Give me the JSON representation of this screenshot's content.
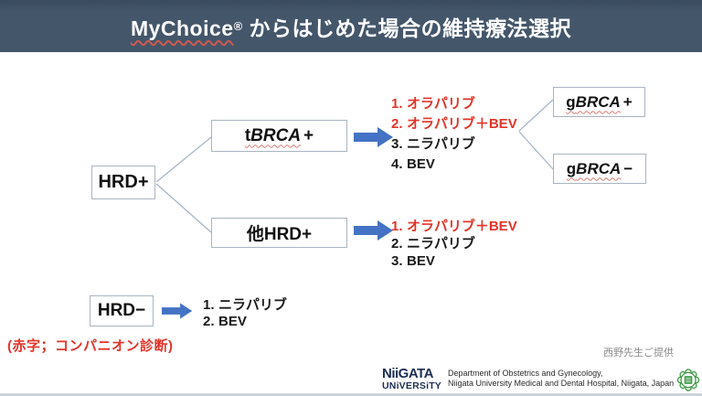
{
  "colors": {
    "header_bg": "#44566a",
    "accent_blue": "#4472c4",
    "red": "#e1342a",
    "line": "#a7b6c9",
    "border": "#a9b4c0",
    "navy": "#1d2f55",
    "green": "#3f9b45"
  },
  "header": {
    "brand": "MyChoice",
    "reg": "®",
    "title_rest": " からはじめた場合の維持療法選択"
  },
  "flowchart": {
    "hrd_plus": {
      "label": "HRD+"
    },
    "tbrca": {
      "prefix": "t",
      "italic": "BRCA",
      "suffix": "+"
    },
    "other_hrd": {
      "label": "他HRD+"
    },
    "gbrca_pos": {
      "prefix": "g",
      "italic": "BRCA",
      "suffix": "+"
    },
    "gbrca_neg": {
      "prefix": "g",
      "italic": "BRCA",
      "suffix": "−"
    },
    "hrd_minus": {
      "label": "HRD−"
    }
  },
  "lists": {
    "tbrca": {
      "items": [
        {
          "num": "1.",
          "label": "オラパリブ",
          "red": true
        },
        {
          "num": "2.",
          "label": "オラパリブ＋BEV",
          "red": true
        },
        {
          "num": "3.",
          "label": "ニラパリブ",
          "red": false
        },
        {
          "num": "4.",
          "label": "BEV",
          "red": false
        }
      ]
    },
    "other_hrd": {
      "items": [
        {
          "num": "1.",
          "label": "オラパリブ＋BEV",
          "red": true
        },
        {
          "num": "2.",
          "label": "ニラパリブ",
          "red": false
        },
        {
          "num": "3.",
          "label": "BEV",
          "red": false
        }
      ]
    },
    "hrd_minus": {
      "items": [
        {
          "num": "1.",
          "label": "ニラパリブ",
          "red": false
        },
        {
          "num": "2.",
          "label": "BEV",
          "red": false
        }
      ]
    }
  },
  "caption_red": "(赤字；コンパニオン診断)",
  "credit": "西野先生ご提供",
  "footer": {
    "logo_line1": "NiiGATA",
    "logo_line2": "UNiVERSiTY",
    "dept_line1": "Department of Obstetrics and Gynecology,",
    "dept_line2": "Niigata University Medical and Dental Hospital, Niigata, Japan"
  }
}
